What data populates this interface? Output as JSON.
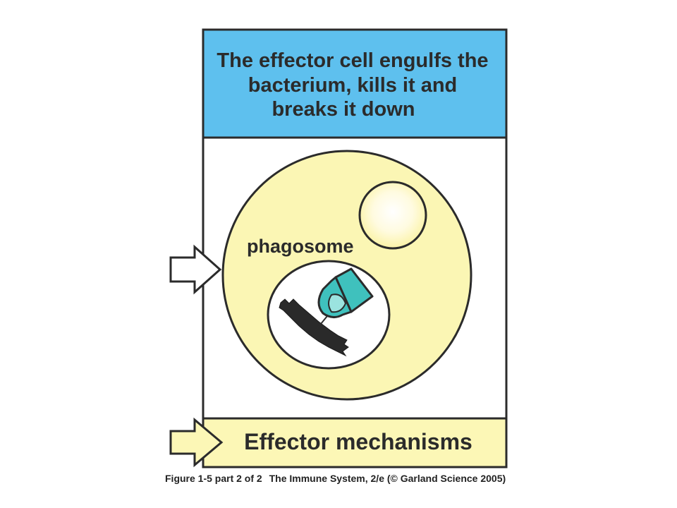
{
  "panel": {
    "title_lines": [
      "The effector cell engulfs the",
      "bacterium, kills it and",
      "breaks it down"
    ],
    "phagosome_label": "phagosome",
    "bottom_label": "Effector mechanisms"
  },
  "caption": {
    "figure_ref": "Figure 1-5 part 2 of 2",
    "source": "The Immune System, 2/e (© Garland Science 2005)"
  },
  "colors": {
    "title_bg": "#5ec0ee",
    "cell_fill": "#fbf6b4",
    "bottom_bar": "#fcf7b6",
    "border": "#2b2b2b",
    "granule_glow": "#ffffff",
    "enzyme_teal": "#3fc1bd",
    "bacterium": "#2a2a2a"
  },
  "icons": {
    "side_arrow": "right-arrow-outline-icon",
    "bottom_arrow": "right-arrow-yellow-icon"
  }
}
